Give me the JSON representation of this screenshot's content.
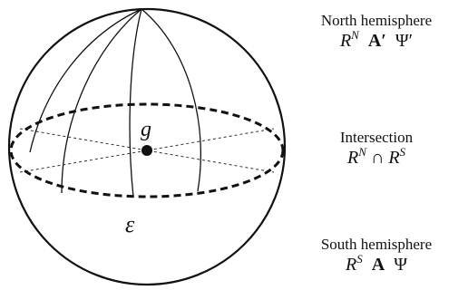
{
  "diagram": {
    "center_point_label": "g",
    "equator_label": "ε"
  },
  "legend": {
    "north": {
      "title": "North hemisphere",
      "R": "R",
      "sup": "N",
      "A": "A′",
      "Psi": "Ψ′"
    },
    "intersection": {
      "title": "Intersection",
      "R1": "R",
      "sup1": "N",
      "cap": "∩",
      "R2": "R",
      "sup2": "S"
    },
    "south": {
      "title": "South hemisphere",
      "R": "R",
      "sup": "S",
      "A": "A",
      "Psi": "Ψ"
    }
  }
}
